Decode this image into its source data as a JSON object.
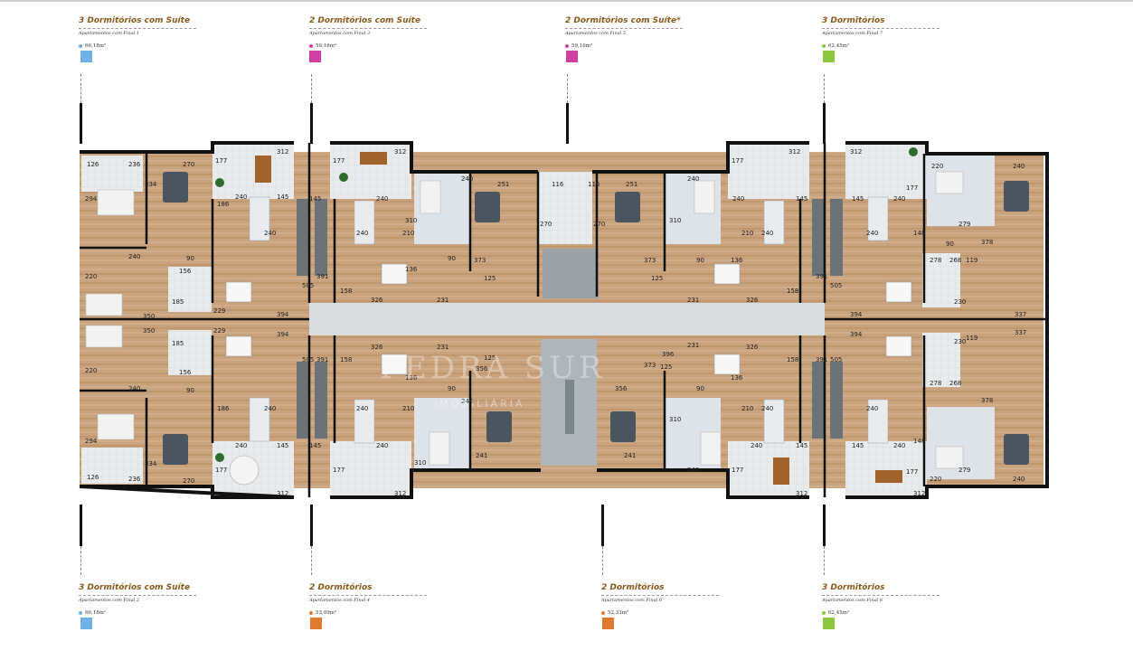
{
  "units": {
    "top": [
      {
        "title": "3 Dormitórios com Suíte",
        "subtitle": "Apartamentos com Final 1",
        "area": "66,18m²",
        "color": "#6fb0e6"
      },
      {
        "title": "2 Dormitórios com Suíte",
        "subtitle": "Apartamentos com Final 3",
        "area": "59,16m²",
        "color": "#d13fa0"
      },
      {
        "title": "2 Dormitórios com Suíte*",
        "subtitle": "Apartamentos com Final 5",
        "area": "59,16m²",
        "color": "#d13fa0"
      },
      {
        "title": "3 Dormitórios",
        "subtitle": "Apartamentos com Final 7",
        "area": "62,45m²",
        "color": "#8cc63f"
      }
    ],
    "bottom": [
      {
        "title": "3 Dormitórios com Suíte",
        "subtitle": "Apartamentos com Final 2",
        "area": "66,18m²",
        "color": "#6fb0e6"
      },
      {
        "title": "2 Dormitórios",
        "subtitle": "Apartamentos com Final 4",
        "area": "53,09m²",
        "color": "#e07a30"
      },
      {
        "title": "2 Dormitórios",
        "subtitle": "Apartamentos com Final 6",
        "area": "52,33m²",
        "color": "#e07a30"
      },
      {
        "title": "3 Dormitórios",
        "subtitle": "Apartamentos com Final 8",
        "area": "62,45m²",
        "color": "#8cc63f"
      }
    ]
  },
  "plan": {
    "watermark": "PEDRA SUR",
    "watermark_sub": "IMOBILIÁRIA"
  }
}
